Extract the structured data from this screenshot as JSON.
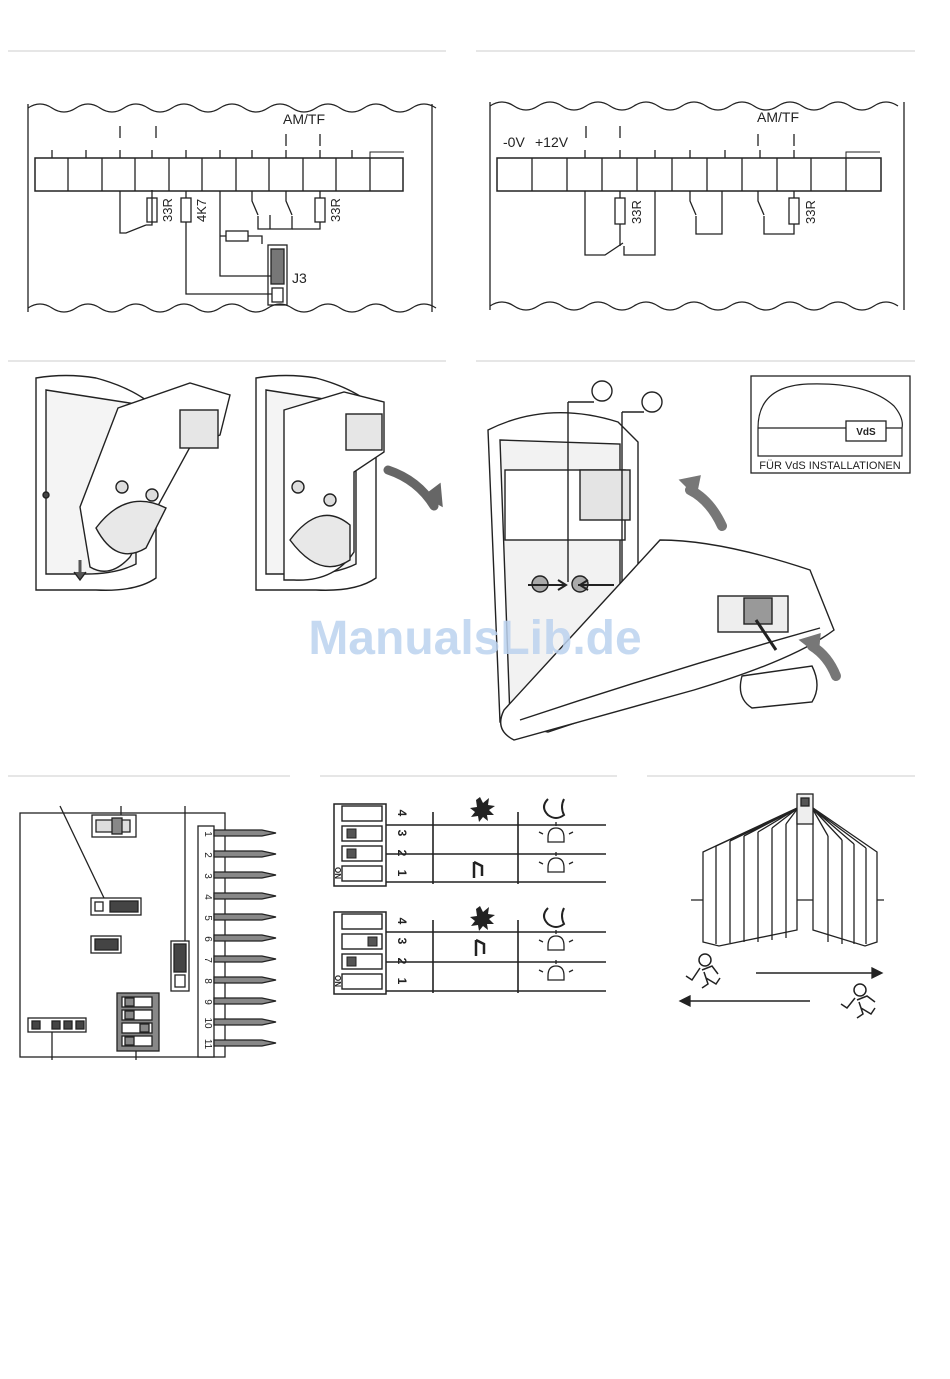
{
  "wiring_left": {
    "label_amtf": "AM/TF",
    "label_33r_a": "33R",
    "label_4k7": "4K7",
    "label_33r_b": "33R",
    "label_j3": "J3"
  },
  "wiring_right": {
    "label_0v": "-0V",
    "label_12v": "+12V",
    "label_amtf": "AM/TF",
    "label_33r_a": "33R",
    "label_33r_b": "33R"
  },
  "vds": {
    "badge": "VdS",
    "caption": "FÜR VdS INSTALLATIONEN"
  },
  "terminals": {
    "numbers": [
      "1",
      "2",
      "3",
      "4",
      "5",
      "6",
      "7",
      "8",
      "9",
      "10",
      "11"
    ]
  },
  "dip_switch": {
    "numbers": [
      "1",
      "2",
      "3",
      "4"
    ],
    "on_label": "ON"
  },
  "watermark": "ManualsLib.de",
  "colors": {
    "line": "#222222",
    "divider": "#cccccc",
    "component_fill": "#777777",
    "watermark": "#bcd3ef"
  }
}
